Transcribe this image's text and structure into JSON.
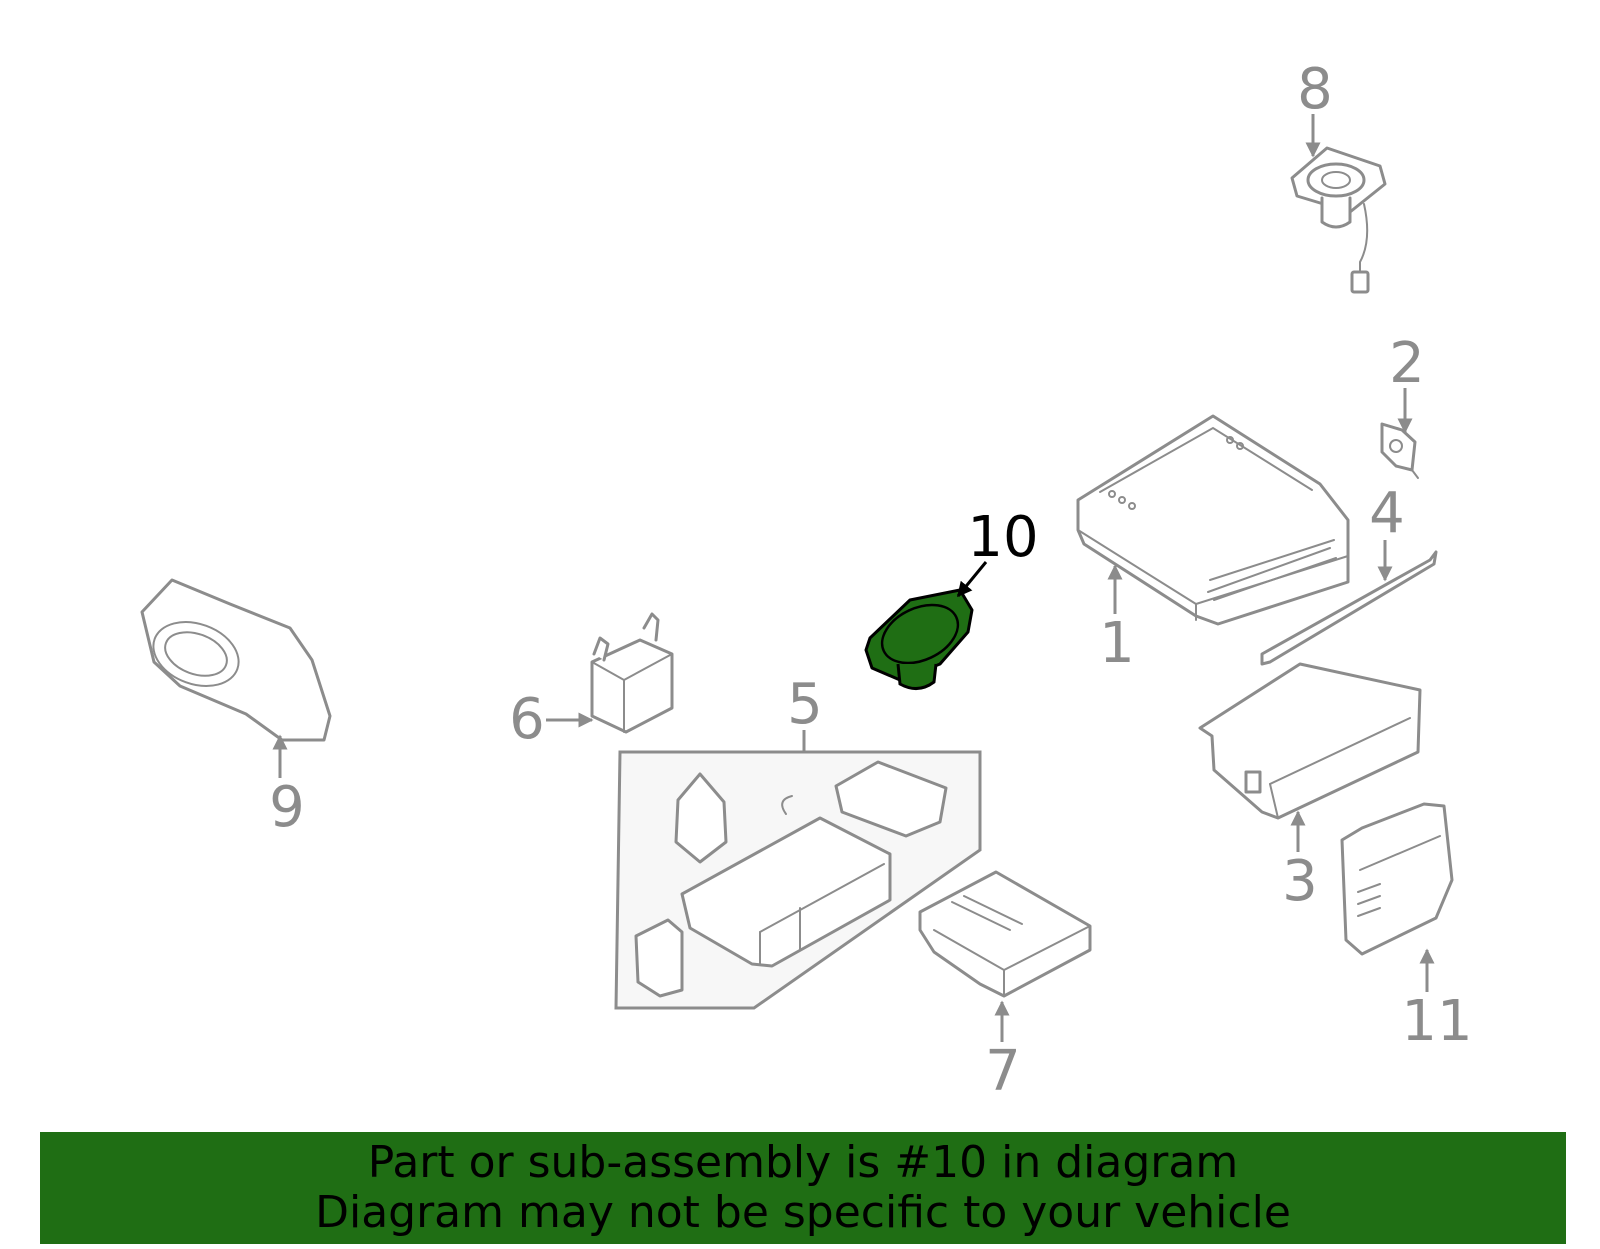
{
  "colors": {
    "part_outline": "#8c8c8c",
    "highlight_fill": "#1f6e14",
    "banner_background": "#1f6e14",
    "banner_text": "#000000",
    "highlight_label": "#000000"
  },
  "callouts": {
    "c1": "1",
    "c2": "2",
    "c3": "3",
    "c4": "4",
    "c5": "5",
    "c6": "6",
    "c7": "7",
    "c8": "8",
    "c9": "9",
    "c10": "10",
    "c11": "11"
  },
  "highlighted_part": "10",
  "banner": {
    "line1": "Part or sub-assembly is #10 in diagram",
    "line2": "Diagram may not be specific to your vehicle"
  }
}
